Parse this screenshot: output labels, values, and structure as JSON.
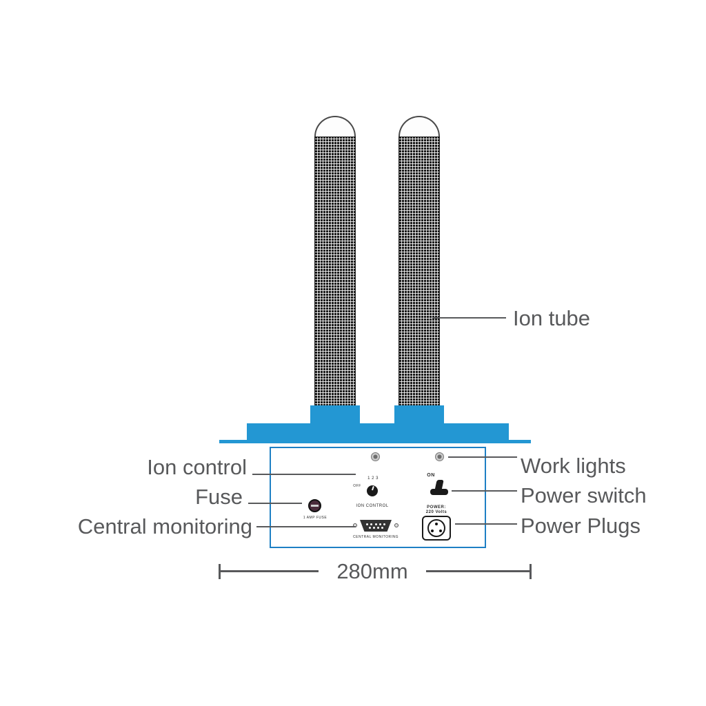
{
  "colors": {
    "blue": "#2397d3",
    "box_border": "#1d7fc4",
    "label_gray": "#58595b"
  },
  "labels": {
    "ion_tube": "Ion tube",
    "ion_control": "Ion control",
    "fuse": "Fuse",
    "central_monitoring": "Central monitoring",
    "work_lights": "Work lights",
    "power_switch": "Power switch",
    "power_plugs": "Power Plugs"
  },
  "panel": {
    "knob_marks": "1 2 3",
    "knob_off": "OFF",
    "ion_control": "ION CONTROL",
    "fuse": "1 AMP FUSE",
    "central_monitoring": "CENTRAL MONITORING",
    "on": "ON",
    "power_line1": "POWER:",
    "power_line2": "220 Volts"
  },
  "dimension": {
    "width_label": "280mm"
  }
}
